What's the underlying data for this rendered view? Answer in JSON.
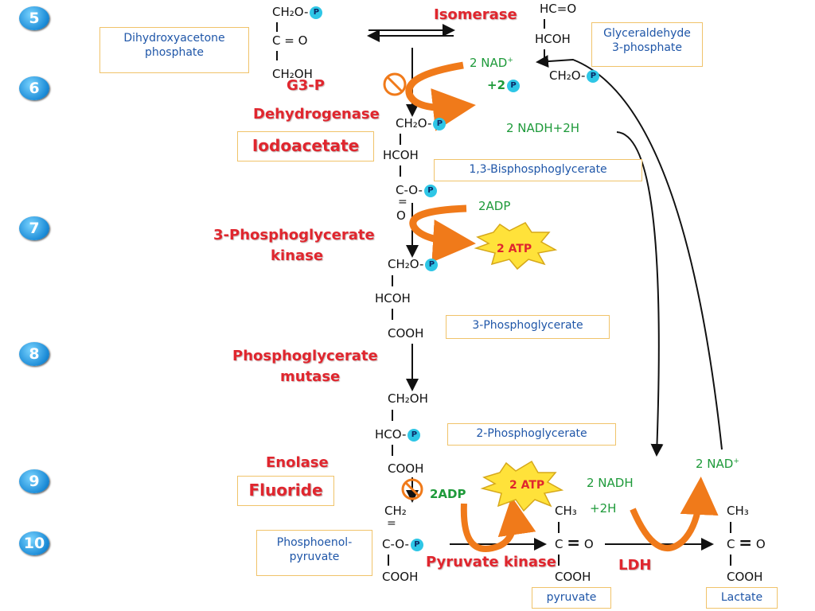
{
  "steps": [
    "5",
    "6",
    "7",
    "8",
    "9",
    "10"
  ],
  "phospho_label": "P",
  "compounds": {
    "dhap": {
      "l1": "CH₂O-",
      "l2": "C = O",
      "l3": "CH₂OH",
      "name": "Dihydroxyacetone phosphate"
    },
    "g3p": {
      "l1": "HC=O",
      "l2": "HCOH",
      "l3": "CH₂O-",
      "name": "Glyceraldehyde 3-phosphate"
    },
    "bpg": {
      "l1": "CH₂O-",
      "l2": "HCOH",
      "l3": "C-O-",
      "l4": "O",
      "eq": "=",
      "name": "1,3-Bisphosphoglycerate"
    },
    "pg3": {
      "l1": "CH₂O-",
      "l2": "HCOH",
      "l3": "COOH",
      "name": "3-Phosphoglycerate"
    },
    "pg2": {
      "l1": "CH₂OH",
      "l2": "HCO-",
      "l3": "COOH",
      "name": "2-Phosphoglycerate"
    },
    "pep": {
      "l1": "CH₂",
      "eq": "=",
      "l2": "C-O-",
      "l3": "COOH",
      "name": "Phosphoenol-pyruvate"
    },
    "pyruvate": {
      "l1": "CH₃",
      "l2": "C",
      "l2b": "O",
      "l3": "COOH",
      "name": "pyruvate"
    },
    "lactate": {
      "l1": "CH₃",
      "l2": "C",
      "l2b": "O",
      "l3": "COOH",
      "name": "Lactate"
    }
  },
  "enzymes": {
    "isomerase": "Isomerase",
    "g3pdh_1": "G3-P",
    "g3pdh_2": "Dehydrogenase",
    "pgk_1": "3-Phosphoglycerate",
    "pgk_2": "kinase",
    "pgm_1": "Phosphoglycerate",
    "pgm_2": "mutase",
    "enolase": "Enolase",
    "pyruvate_kinase": "Pyruvate kinase",
    "ldh": "LDH"
  },
  "inhibitors": {
    "iodoacetate": "Iodoacetate",
    "fluoride": "Fluoride"
  },
  "cofactors": {
    "nad_top": "2 NAD",
    "nad_top_sup": "+",
    "pi_top": "+2",
    "nadh_top": "2 NADH+2H",
    "adp_7": "2ADP",
    "atp_7": "2 ATP",
    "adp_10": "2ADP",
    "atp_10": "2 ATP",
    "nadh_10": "2 NADH",
    "h_10": "+2H",
    "nad_10": "2 NAD",
    "nad_10_sup": "+"
  },
  "colors": {
    "enzyme": "#e0262e",
    "cofactor": "#1e9a3a",
    "box_text": "#1f56a8",
    "box_border": "#f0c36a",
    "phosphate": "#2ec6e6",
    "curved_arrow": "#f07a1a"
  }
}
